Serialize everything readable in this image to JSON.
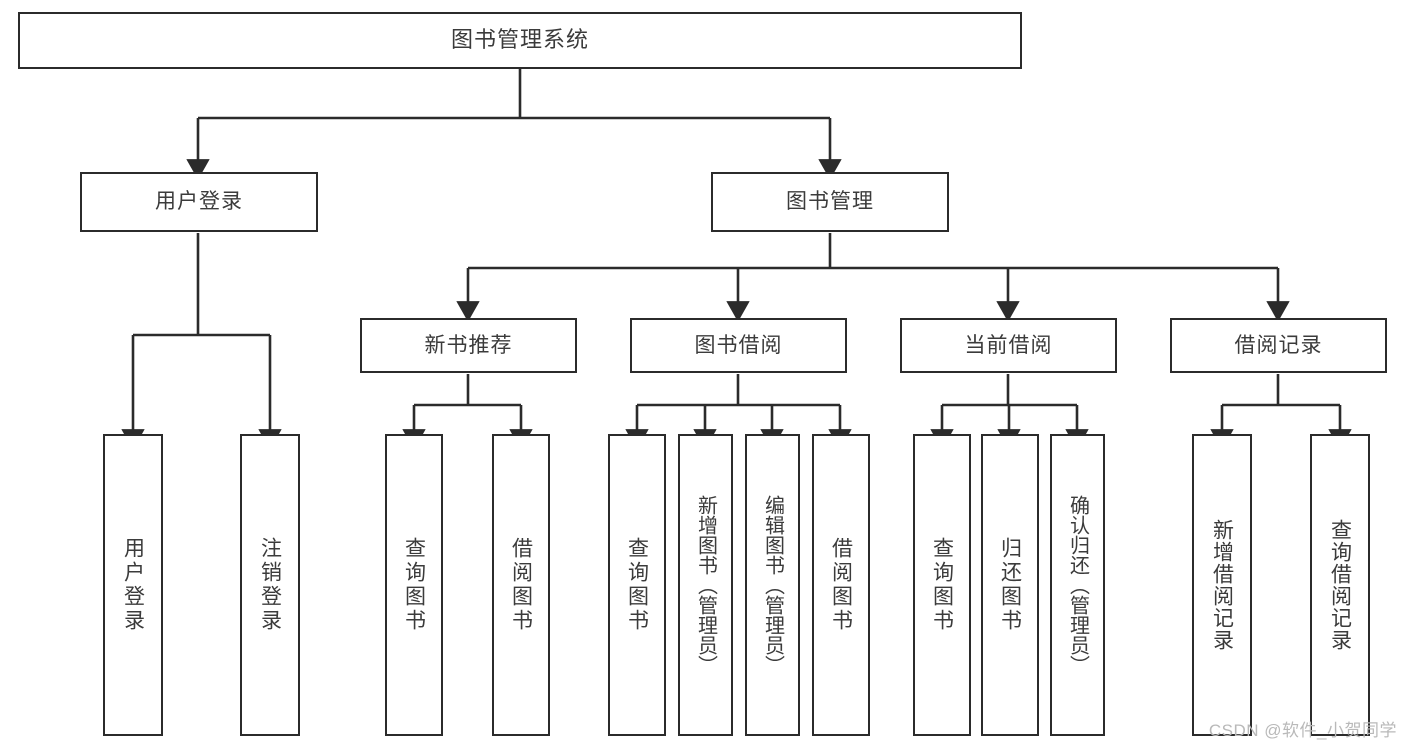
{
  "diagram": {
    "title": "图书管理系统",
    "type": "tree-hierarchy",
    "watermark": "CSDN @软件_小贺同学",
    "colors": {
      "box_border": "#2b2b2b",
      "box_fill": "#ffffff",
      "edge": "#2b2b2b",
      "text": "#3b3b3b",
      "watermark": "#b9b9b9",
      "background": "#ffffff"
    },
    "root": {
      "label": "图书管理系统"
    },
    "level2": [
      {
        "label": "用户登录"
      },
      {
        "label": "图书管理"
      }
    ],
    "level3": [
      {
        "label": "新书推荐"
      },
      {
        "label": "图书借阅"
      },
      {
        "label": "当前借阅"
      },
      {
        "label": "借阅记录"
      }
    ],
    "leaves": {
      "user_login": [
        {
          "label": "用户登录"
        },
        {
          "label": "注销登录"
        }
      ],
      "new_book_recommend": [
        {
          "label": "查询图书"
        },
        {
          "label": "借阅图书"
        }
      ],
      "book_borrow": [
        {
          "label": "查询图书"
        },
        {
          "label": "新增图书（管理员）"
        },
        {
          "label": "编辑图书（管理员）"
        },
        {
          "label": "借阅图书"
        }
      ],
      "current_borrow": [
        {
          "label": "查询图书"
        },
        {
          "label": "归还图书"
        },
        {
          "label": "确认归还（管理员）"
        }
      ],
      "borrow_record": [
        {
          "label": "新增借阅记录"
        },
        {
          "label": "查询借阅记录"
        }
      ]
    }
  }
}
